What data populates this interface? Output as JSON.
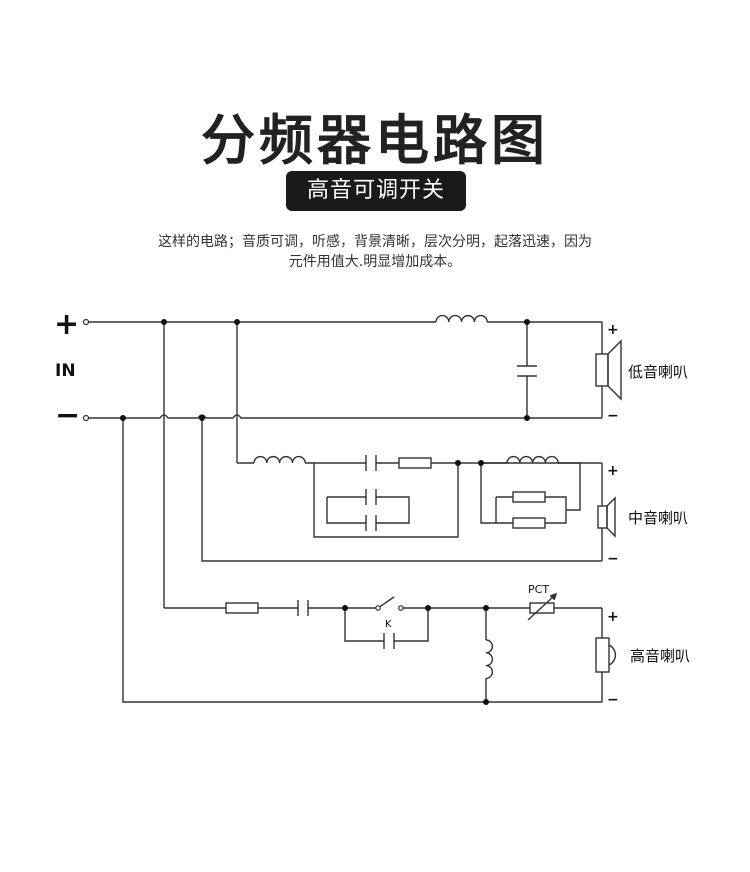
{
  "page": {
    "title": "分频器电路图",
    "subtitle_badge": "高音可调开关",
    "description_line1": "这样的电路；音质可调，听感，背景清晰，层次分明，起落迅速，因为",
    "description_line2": "元件用值大.明显增加成本。"
  },
  "diagram": {
    "input": {
      "plus": "+",
      "minus": "−",
      "label": "IN"
    },
    "speakers": [
      {
        "name": "低音喇叭",
        "plus": "+",
        "minus": "−"
      },
      {
        "name": "中音喇叭",
        "plus": "+",
        "minus": "−"
      },
      {
        "name": "高音喇叭",
        "plus": "+",
        "minus": "−"
      }
    ],
    "switch_label": "K",
    "ptc_label": "PCT",
    "colors": {
      "line": "#333333",
      "text": "#111111",
      "badge_bg": "#1a1a1a",
      "badge_text": "#ffffff"
    }
  }
}
